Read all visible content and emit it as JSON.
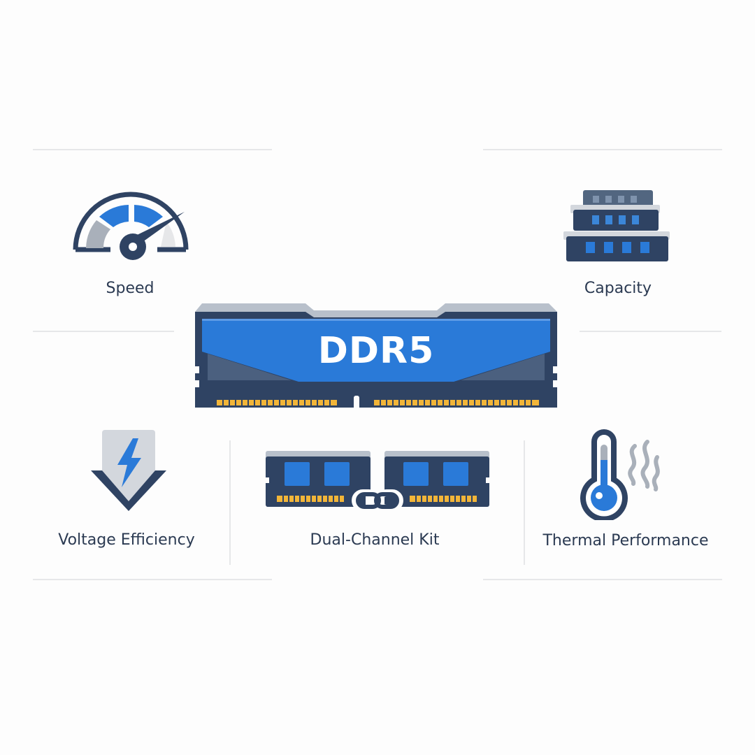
{
  "center": {
    "module_label": "DDR5",
    "icon": "ddr5-ram-module-icon"
  },
  "features": [
    {
      "id": "speed",
      "label": "Speed",
      "icon": "speedometer-icon"
    },
    {
      "id": "capacity",
      "label": "Capacity",
      "icon": "stacked-memory-icon"
    },
    {
      "id": "voltage",
      "label": "Voltage Efficiency",
      "icon": "lightning-down-arrow-icon"
    },
    {
      "id": "dual-channel",
      "label": "Dual-Channel Kit",
      "icon": "linked-modules-icon"
    },
    {
      "id": "thermal",
      "label": "Thermal Performance",
      "icon": "thermometer-heat-icon"
    }
  ],
  "colors": {
    "navy": "#2f4363",
    "blue": "#2a7ad8",
    "gray": "#a9b0ba",
    "light_gray": "#d3d7dd",
    "gold": "#f2b538",
    "text": "#2b3a52",
    "divider": "#e6e7e9"
  }
}
